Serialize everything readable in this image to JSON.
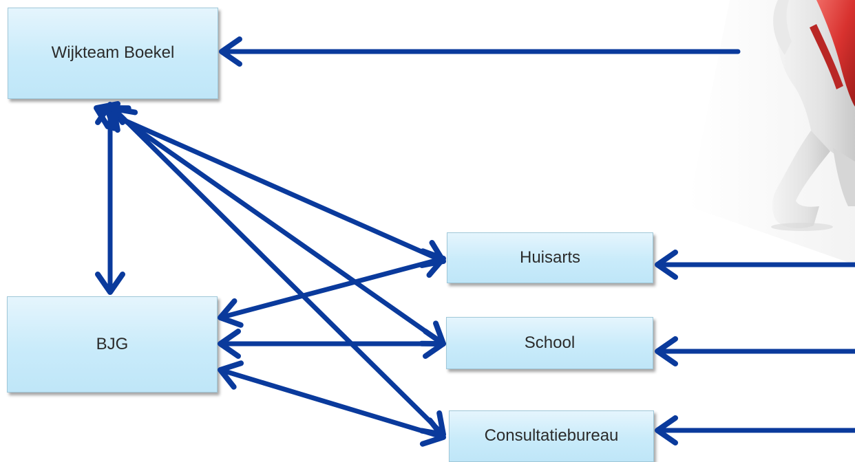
{
  "nodes": {
    "wijkteam": {
      "label": "Wijkteam Boekel"
    },
    "bjg": {
      "label": "BJG"
    },
    "huisarts": {
      "label": "Huisarts"
    },
    "school": {
      "label": "School"
    },
    "consultatiebureau": {
      "label": "Consultatiebureau"
    }
  },
  "colors": {
    "arrow": "#0a3a9c",
    "node_fill": "#c9ebfa",
    "node_border": "#9fc7d8",
    "figure_red": "#d8322f"
  },
  "connections": [
    {
      "from": "external",
      "to": "wijkteam",
      "direction": "one-way"
    },
    {
      "from": "wijkteam",
      "to": "bjg",
      "direction": "two-way"
    },
    {
      "from": "wijkteam",
      "to": "huisarts",
      "direction": "two-way"
    },
    {
      "from": "wijkteam",
      "to": "school",
      "direction": "two-way"
    },
    {
      "from": "wijkteam",
      "to": "consultatiebureau",
      "direction": "two-way"
    },
    {
      "from": "bjg",
      "to": "huisarts",
      "direction": "two-way"
    },
    {
      "from": "bjg",
      "to": "school",
      "direction": "two-way"
    },
    {
      "from": "bjg",
      "to": "consultatiebureau",
      "direction": "two-way"
    },
    {
      "from": "external",
      "to": "huisarts",
      "direction": "one-way"
    },
    {
      "from": "external",
      "to": "school",
      "direction": "one-way"
    },
    {
      "from": "external",
      "to": "consultatiebureau",
      "direction": "one-way"
    }
  ],
  "illustration": {
    "icon": "3d-person-figure-icon"
  }
}
